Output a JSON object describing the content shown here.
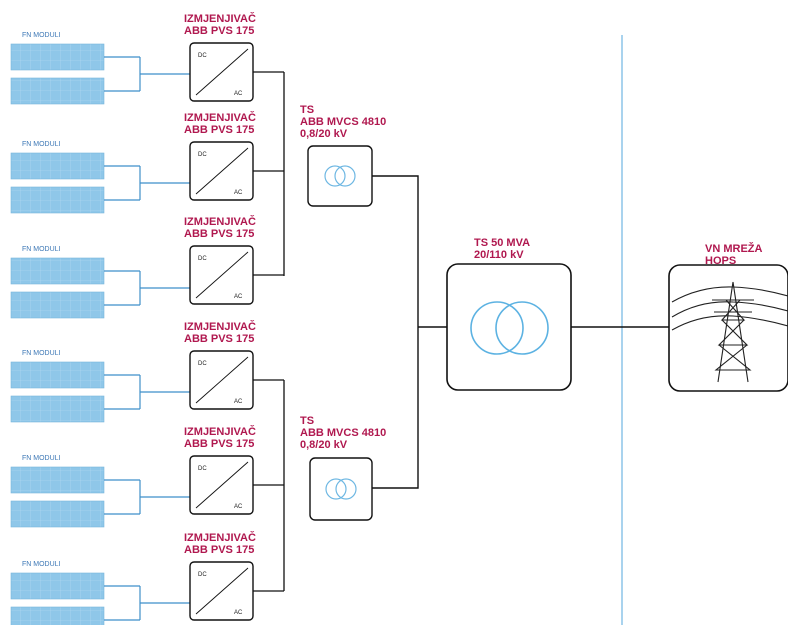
{
  "pv_label": "FN MODULI",
  "inverter": {
    "title": "IZMJENJIVAČ",
    "model": "ABB PVS 175",
    "dc": "DC",
    "ac": "AC"
  },
  "ts_small": {
    "title": "TS",
    "model": "ABB MVCS 4810",
    "ratio": "0,8/20 kV"
  },
  "ts_main": {
    "title": "TS 50 MVA",
    "ratio": "20/110 kV"
  },
  "grid": {
    "title": "VN MREŽA",
    "operator": "HOPS"
  },
  "colors": {
    "label": "#b0184f",
    "panel": "#8ec6e8",
    "line": "#3f8fc9",
    "divider": "#a9d3ee",
    "stroke": "#111111"
  }
}
